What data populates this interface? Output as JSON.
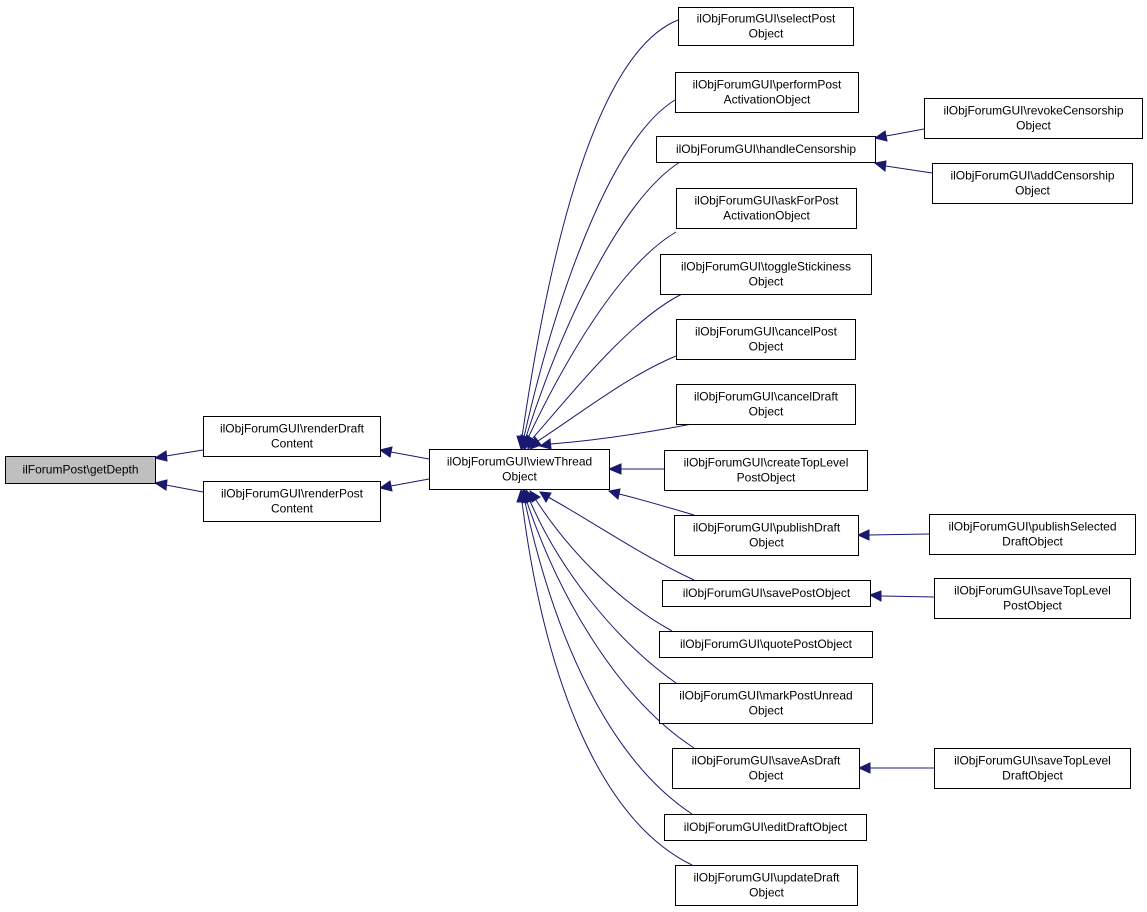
{
  "graph": {
    "colors": {
      "edge": "#191970",
      "node_fill": "#ffffff",
      "node_border": "#000000",
      "root_fill": "#bfbfbf"
    },
    "nodes": [
      {
        "id": "root",
        "lines": [
          "ilForumPost\\getDepth"
        ],
        "root": true
      },
      {
        "id": "renderDraft",
        "lines": [
          "ilObjForumGUI\\renderDraft",
          "Content"
        ]
      },
      {
        "id": "renderPost",
        "lines": [
          "ilObjForumGUI\\renderPost",
          "Content"
        ]
      },
      {
        "id": "viewThread",
        "lines": [
          "ilObjForumGUI\\viewThread",
          "Object"
        ]
      },
      {
        "id": "selectPost",
        "lines": [
          "ilObjForumGUI\\selectPost",
          "Object"
        ]
      },
      {
        "id": "performPost",
        "lines": [
          "ilObjForumGUI\\performPost",
          "ActivationObject"
        ]
      },
      {
        "id": "handleCensorship",
        "lines": [
          "ilObjForumGUI\\handleCensorship"
        ]
      },
      {
        "id": "askForPost",
        "lines": [
          "ilObjForumGUI\\askForPost",
          "ActivationObject"
        ]
      },
      {
        "id": "toggleStickiness",
        "lines": [
          "ilObjForumGUI\\toggleStickiness",
          "Object"
        ]
      },
      {
        "id": "cancelPost",
        "lines": [
          "ilObjForumGUI\\cancelPost",
          "Object"
        ]
      },
      {
        "id": "cancelDraft",
        "lines": [
          "ilObjForumGUI\\cancelDraft",
          "Object"
        ]
      },
      {
        "id": "createTopLevel",
        "lines": [
          "ilObjForumGUI\\createTopLevel",
          "PostObject"
        ]
      },
      {
        "id": "publishDraft",
        "lines": [
          "ilObjForumGUI\\publishDraft",
          "Object"
        ]
      },
      {
        "id": "savePost",
        "lines": [
          "ilObjForumGUI\\savePostObject"
        ]
      },
      {
        "id": "quotePost",
        "lines": [
          "ilObjForumGUI\\quotePostObject"
        ]
      },
      {
        "id": "markPostUnread",
        "lines": [
          "ilObjForumGUI\\markPostUnread",
          "Object"
        ]
      },
      {
        "id": "saveAsDraft",
        "lines": [
          "ilObjForumGUI\\saveAsDraft",
          "Object"
        ]
      },
      {
        "id": "editDraft",
        "lines": [
          "ilObjForumGUI\\editDraftObject"
        ]
      },
      {
        "id": "updateDraft",
        "lines": [
          "ilObjForumGUI\\updateDraft",
          "Object"
        ]
      },
      {
        "id": "revokeCensorship",
        "lines": [
          "ilObjForumGUI\\revokeCensorship",
          "Object"
        ]
      },
      {
        "id": "addCensorship",
        "lines": [
          "ilObjForumGUI\\addCensorship",
          "Object"
        ]
      },
      {
        "id": "publishSelected",
        "lines": [
          "ilObjForumGUI\\publishSelected",
          "DraftObject"
        ]
      },
      {
        "id": "saveTopLevelPost",
        "lines": [
          "ilObjForumGUI\\saveTopLevel",
          "PostObject"
        ]
      },
      {
        "id": "saveTopLevelDraft",
        "lines": [
          "ilObjForumGUI\\saveTopLevel",
          "DraftObject"
        ]
      }
    ],
    "edges": [
      {
        "from": "renderDraft",
        "to": "root"
      },
      {
        "from": "renderPost",
        "to": "root"
      },
      {
        "from": "viewThread",
        "to": "renderDraft"
      },
      {
        "from": "viewThread",
        "to": "renderPost"
      },
      {
        "from": "selectPost",
        "to": "viewThread"
      },
      {
        "from": "performPost",
        "to": "viewThread"
      },
      {
        "from": "handleCensorship",
        "to": "viewThread"
      },
      {
        "from": "askForPost",
        "to": "viewThread"
      },
      {
        "from": "toggleStickiness",
        "to": "viewThread"
      },
      {
        "from": "cancelPost",
        "to": "viewThread"
      },
      {
        "from": "cancelDraft",
        "to": "viewThread"
      },
      {
        "from": "createTopLevel",
        "to": "viewThread"
      },
      {
        "from": "publishDraft",
        "to": "viewThread"
      },
      {
        "from": "savePost",
        "to": "viewThread"
      },
      {
        "from": "quotePost",
        "to": "viewThread"
      },
      {
        "from": "markPostUnread",
        "to": "viewThread"
      },
      {
        "from": "saveAsDraft",
        "to": "viewThread"
      },
      {
        "from": "editDraft",
        "to": "viewThread"
      },
      {
        "from": "updateDraft",
        "to": "viewThread"
      },
      {
        "from": "revokeCensorship",
        "to": "handleCensorship"
      },
      {
        "from": "addCensorship",
        "to": "handleCensorship"
      },
      {
        "from": "publishSelected",
        "to": "publishDraft"
      },
      {
        "from": "saveTopLevelPost",
        "to": "savePost"
      },
      {
        "from": "saveTopLevelDraft",
        "to": "saveAsDraft"
      }
    ]
  }
}
